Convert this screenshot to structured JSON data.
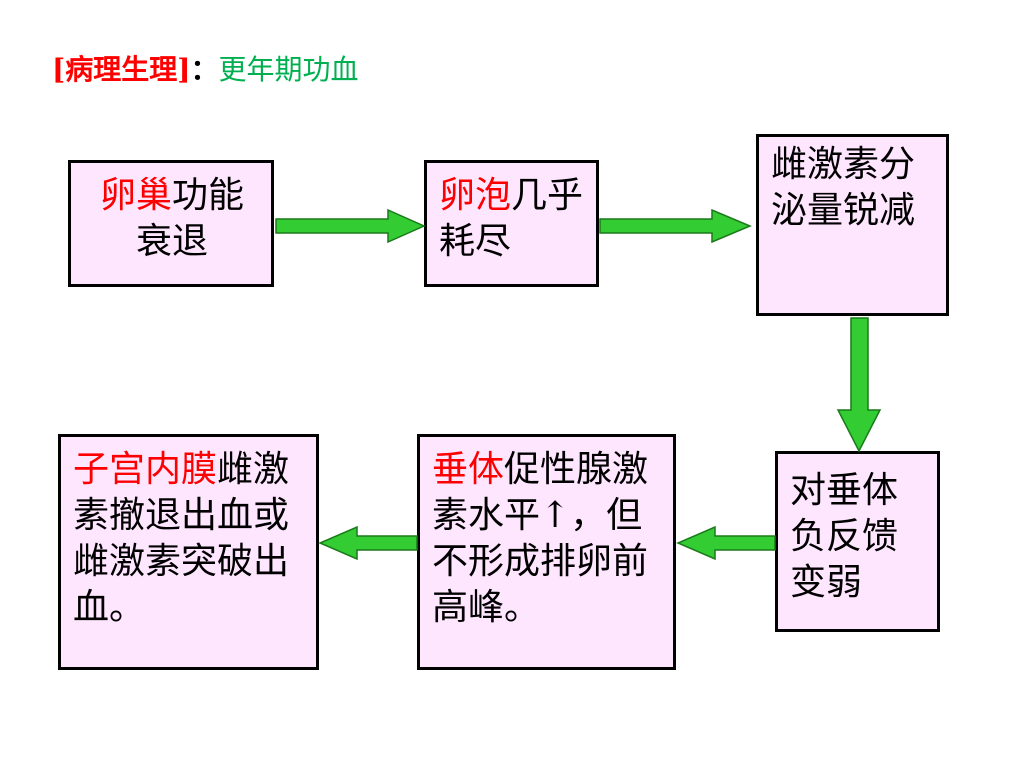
{
  "title": {
    "lead": "[病理生理]",
    "colon": "：",
    "sub": "更年期功血"
  },
  "colors": {
    "highlight": "#ff0000",
    "subtitle": "#00b050",
    "box_fill": "#ffe6ff",
    "arrow_fill": "#33cc33",
    "arrow_stroke": "#1a7a1a"
  },
  "nodes": {
    "ovary": {
      "highlight": "卵巢",
      "text": "功能衰退"
    },
    "follicle": {
      "highlight": "卵泡",
      "text": "几乎耗尽"
    },
    "estrogen": {
      "highlight": "",
      "text": "雌激素分泌量锐减"
    },
    "feedback": {
      "highlight": "",
      "text": "对垂体负反馈变弱"
    },
    "pituitary": {
      "highlight": "垂体",
      "text": "促性腺激素水平↑，但不形成排卵前高峰。"
    },
    "endometrium": {
      "highlight": "子宫内膜",
      "text": "雌激素撤退出血或雌激素突破出血。"
    }
  },
  "edges": [
    {
      "from": "ovary",
      "to": "follicle",
      "direction": "right"
    },
    {
      "from": "follicle",
      "to": "estrogen",
      "direction": "right"
    },
    {
      "from": "estrogen",
      "to": "feedback",
      "direction": "down"
    },
    {
      "from": "feedback",
      "to": "pituitary",
      "direction": "left"
    },
    {
      "from": "pituitary",
      "to": "endometrium",
      "direction": "left"
    }
  ]
}
